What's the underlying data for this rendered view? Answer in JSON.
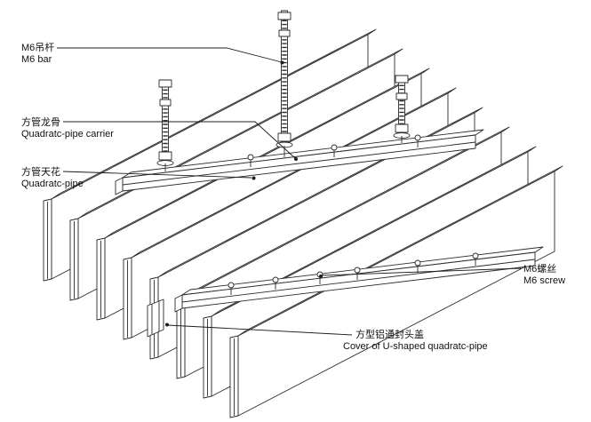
{
  "page": {
    "background": "#ffffff",
    "line_color": "#2b2b2b"
  },
  "labels": {
    "m6_bar": {
      "zh": "M6吊杆",
      "en": "M6 bar"
    },
    "carrier": {
      "zh": "方管龙骨",
      "en": "Quadratc-pipe carrier"
    },
    "pipe": {
      "zh": "方管天花",
      "en": "Quadratc-pipe"
    },
    "m6_screw": {
      "zh": "M6螺丝",
      "en": "M6 screw"
    },
    "cover": {
      "zh": "方型铝通封头盖",
      "en": "Cover of U-shaped quadratc-pipe"
    }
  }
}
